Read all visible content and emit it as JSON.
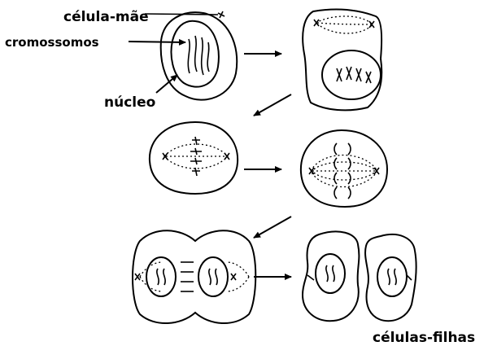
{
  "labels": {
    "mother_cell": "célula-mãe",
    "chromosomes": "cromossomos",
    "nucleus": "núcleo",
    "daughter_cells": "células-filhas"
  },
  "colors": {
    "line": "#000000",
    "background": "#ffffff"
  }
}
